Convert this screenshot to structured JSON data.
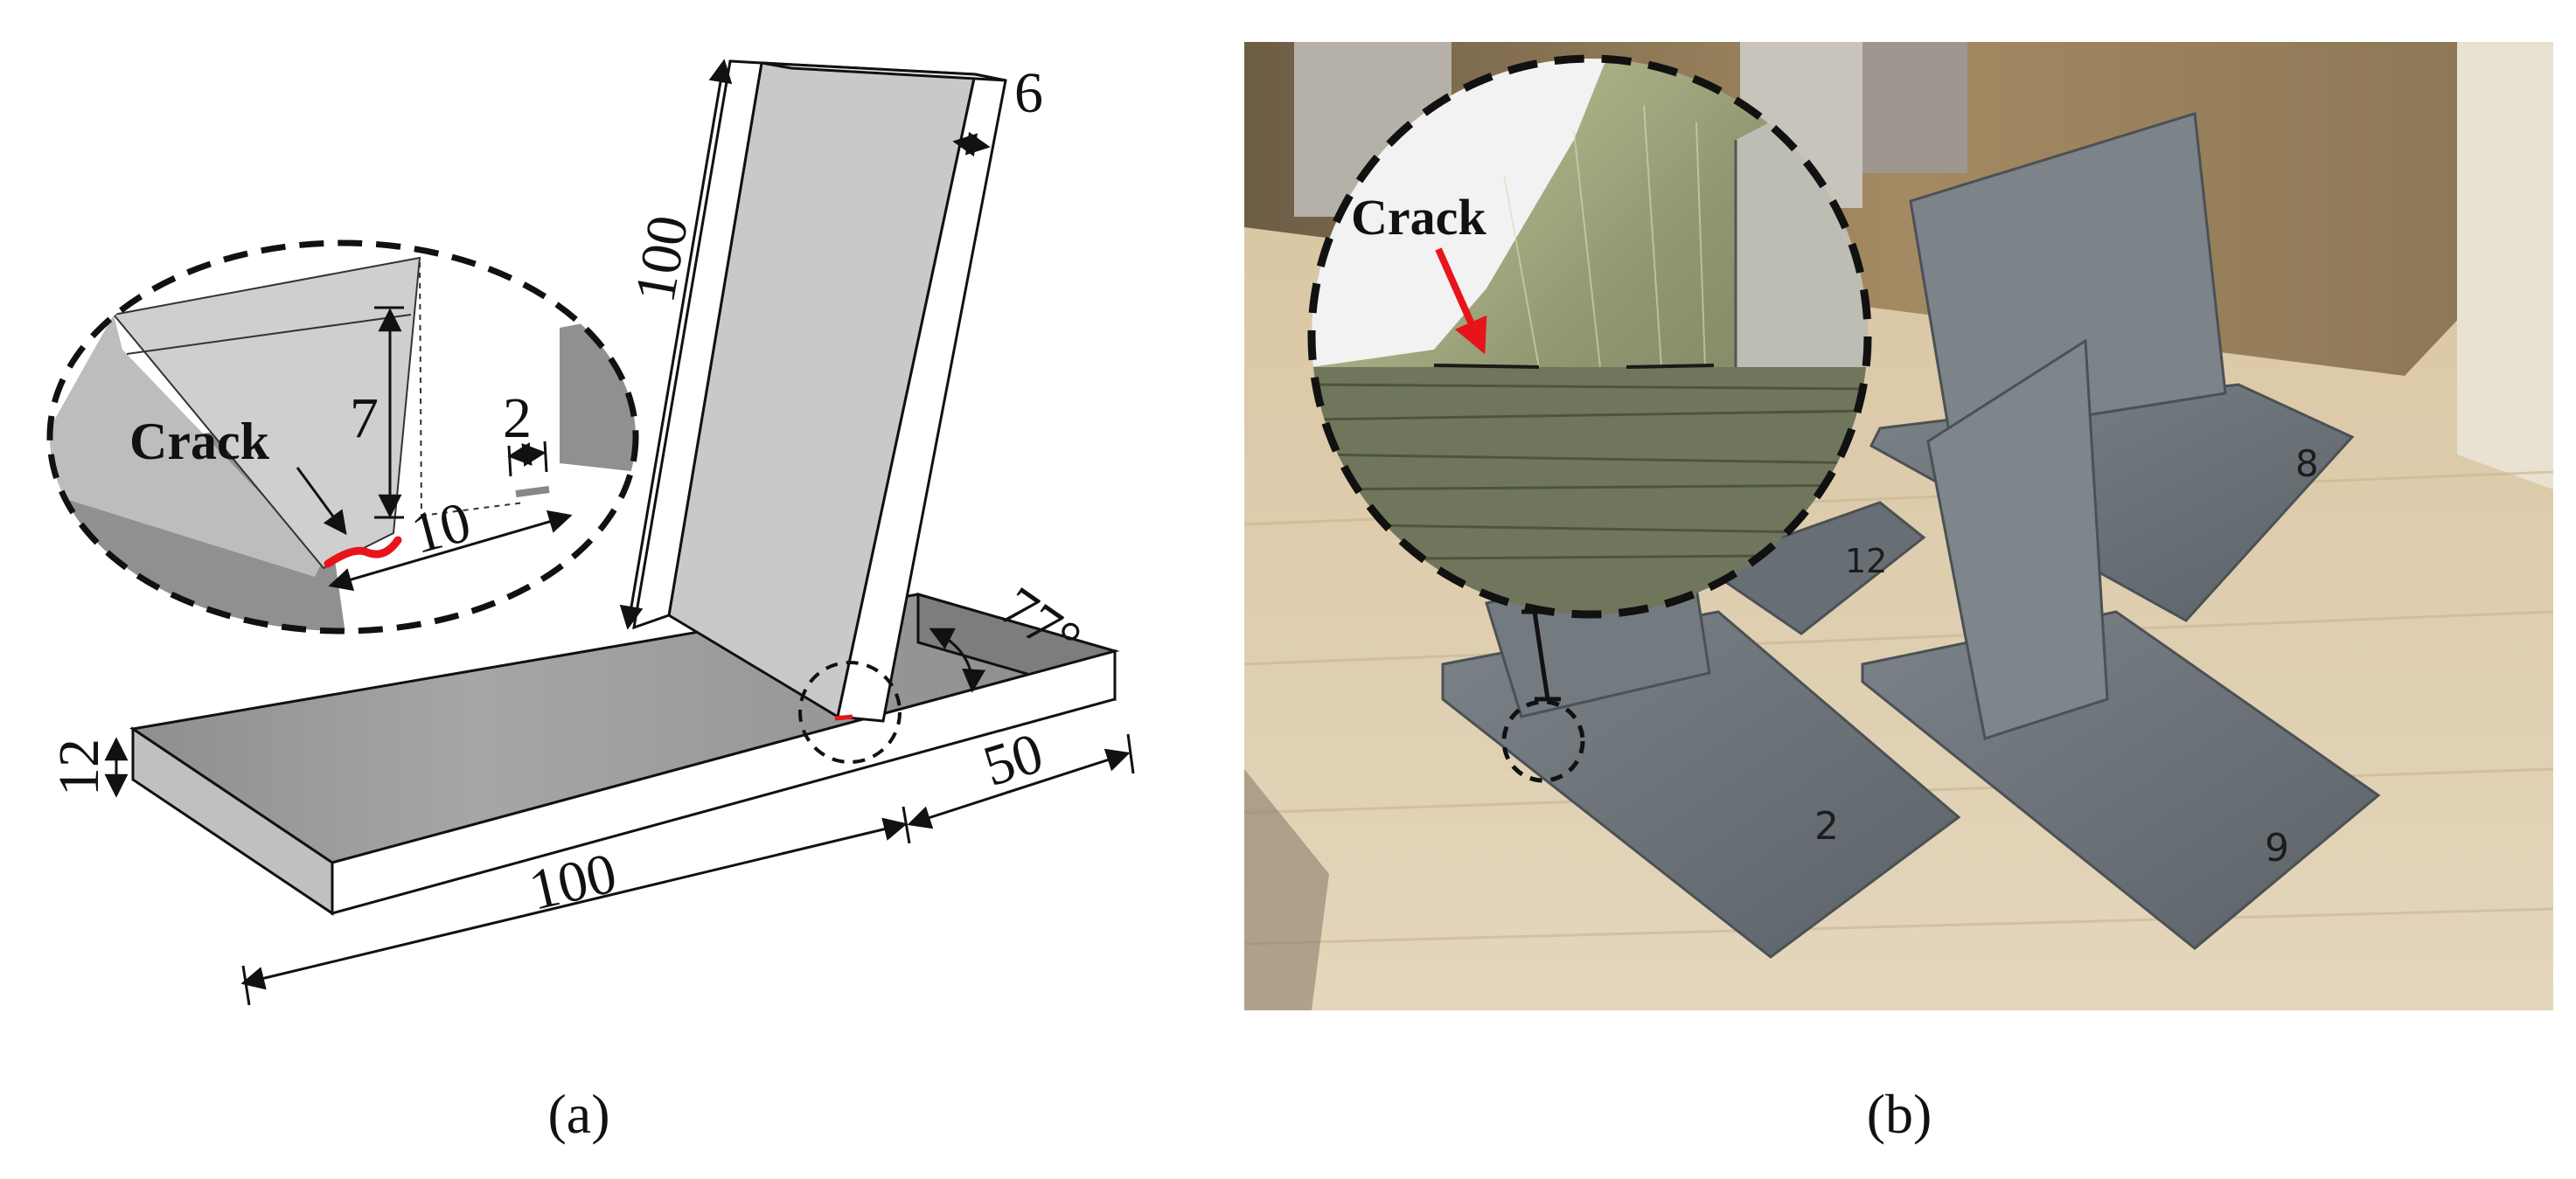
{
  "panel_a": {
    "dimensions": {
      "upright_height": "100",
      "upright_thickness": "6",
      "base_length": "100",
      "base_width": "50",
      "base_thickness": "12",
      "angle": "77°"
    },
    "detail": {
      "crack_label": "Crack",
      "crack_depth": "7",
      "crack_length": "10",
      "gap": "2"
    },
    "caption": "(a)"
  },
  "panel_b": {
    "crack_label": "Crack",
    "specimen_marks": [
      "8",
      "9",
      "12",
      "2"
    ],
    "caption": "(b)"
  },
  "colors": {
    "crack": "#e8141c",
    "plate_top": "#9a9a9a",
    "plate_face": "#c8c8c8",
    "specimen": "#6e7479",
    "table": "#d9c7a5"
  }
}
